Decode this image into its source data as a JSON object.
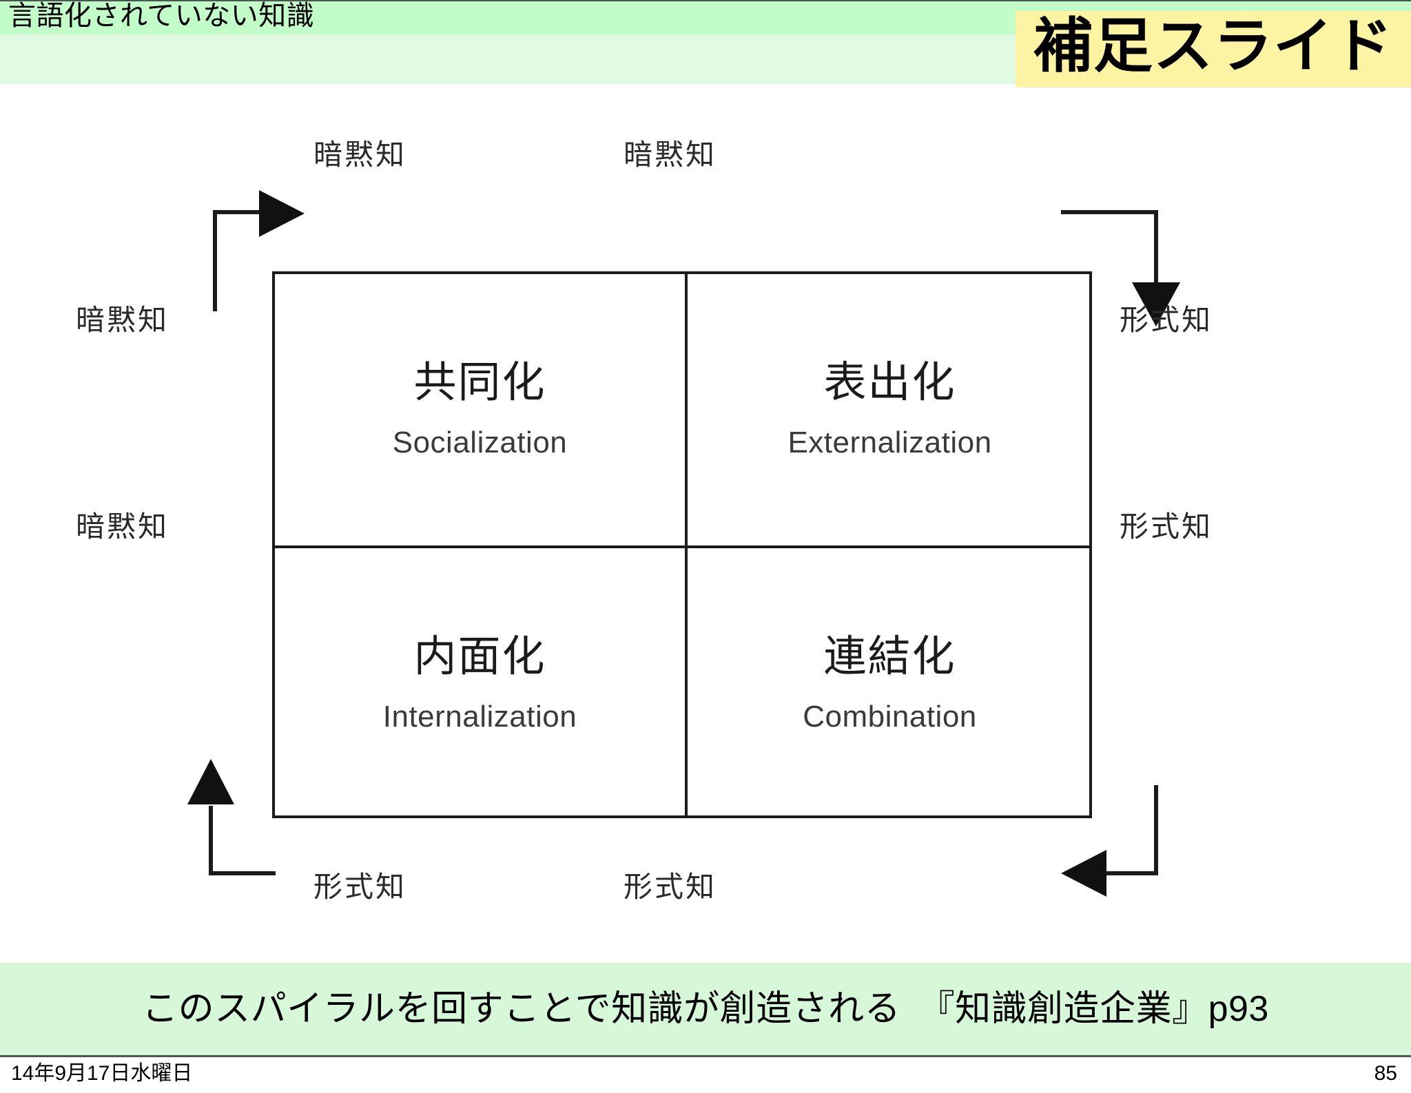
{
  "header": {
    "title": "言語化されていない知識",
    "band_color_top": "#C2FCC8",
    "band_color_bottom": "#E0FBE1",
    "badge_label": "補足スライド",
    "badge_color": "#FDF4A3"
  },
  "diagram": {
    "type": "seci-matrix",
    "quadrants": [
      {
        "position": "top-left",
        "ja": "共同化",
        "en": "Socialization"
      },
      {
        "position": "top-right",
        "ja": "表出化",
        "en": "Externalization"
      },
      {
        "position": "bottom-left",
        "ja": "内面化",
        "en": "Internalization"
      },
      {
        "position": "bottom-right",
        "ja": "連結化",
        "en": "Combination"
      }
    ],
    "axis_labels": {
      "top_left": "暗黙知",
      "top_right": "暗黙知",
      "left_upper": "暗黙知",
      "left_lower": "暗黙知",
      "right_upper": "形式知",
      "right_lower": "形式知",
      "bottom_left": "形式知",
      "bottom_right": "形式知"
    },
    "arrows": [
      {
        "name": "top-left-arrow",
        "direction": "right"
      },
      {
        "name": "top-right-arrow",
        "direction": "down"
      },
      {
        "name": "bottom-right-arrow",
        "direction": "left"
      },
      {
        "name": "bottom-left-arrow",
        "direction": "up"
      }
    ],
    "line_color": "#1B1B1B"
  },
  "caption": {
    "text": "このスパイラルを回すことで知識が創造される　『知識創造企業』p93",
    "band_color": "#D6F8D9"
  },
  "footer": {
    "date": "14年9月17日水曜日",
    "page_number": "85"
  }
}
